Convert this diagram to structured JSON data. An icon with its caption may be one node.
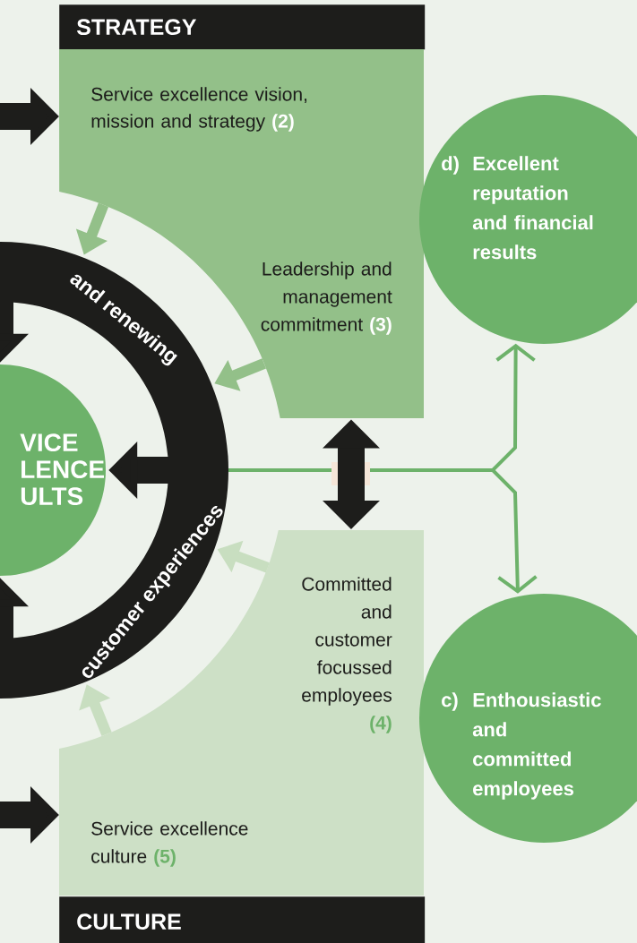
{
  "diagram": {
    "nodes": [
      {
        "text": [
          "STRATEGY"
        ]
      },
      {
        "text": [
          "Service excellence vision, mission and strategy **(2)**",
          "Leadership and management commitment **(3)**"
        ]
      },
      {
        "text": [
          "Committed and customer focussed employees **(4)**",
          "Service excellence culture **(5)**"
        ]
      },
      {
        "text": [
          "CULTURE"
        ]
      },
      {
        "text": [
          "VICE LENCE ULTS"
        ]
      },
      {
        "text": [
          "and renewing",
          "customer experiences"
        ]
      },
      {
        "text": [
          "d)",
          "Excellent reputation and financial results"
        ]
      },
      {
        "text": [
          "c)",
          "Enthousiastic and committed employees"
        ]
      }
    ],
    "edges": [
      {
        "from": null,
        "to": 1,
        "arrow": "to",
        "style": "thick"
      },
      {
        "from": null,
        "to": 2,
        "arrow": "to",
        "style": "thick"
      },
      {
        "from": 1,
        "to": 2,
        "arrow": "both",
        "style": "thick"
      },
      {
        "from": 5,
        "to": 4,
        "arrow": "to",
        "style": "thick"
      },
      {
        "from": 5,
        "to": 4,
        "arrow": "to",
        "style": "thick"
      },
      {
        "from": 5,
        "to": 4,
        "arrow": "to",
        "style": "thick"
      },
      {
        "from": 5,
        "to": 6,
        "arrow": "to",
        "color": "#6db26a"
      },
      {
        "from": 5,
        "to": 7,
        "arrow": "to",
        "color": "#6db26a"
      },
      {
        "from": 1,
        "to": 5,
        "arrow": "to",
        "color": "#93c089"
      },
      {
        "from": 1,
        "to": 5,
        "arrow": "to",
        "color": "#93c089"
      },
      {
        "from": 2,
        "to": 5,
        "arrow": "to",
        "color": "#c8dec0"
      },
      {
        "from": 2,
        "to": 5,
        "arrow": "to",
        "color": "#c8dec0"
      }
    ]
  }
}
